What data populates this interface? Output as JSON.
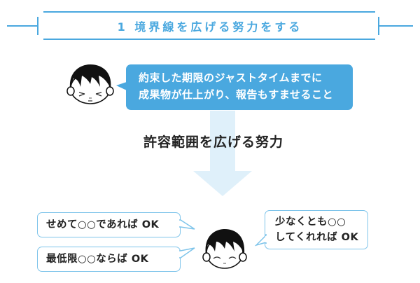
{
  "header": {
    "title": "1 境界線を広げる努力をする",
    "color": "#4aa8df"
  },
  "top_section": {
    "speaker": "face-frowning",
    "bubble_line1": "約束した期限のジャストタイムまでに",
    "bubble_line2": "成果物が仕上がり、報告もすませること",
    "bubble_color": "#4aa8df"
  },
  "middle": {
    "label": "許容範囲を広げる努力",
    "arrow_color": "#dff0fa"
  },
  "bottom_section": {
    "speaker": "face-smiling",
    "bubbles": [
      {
        "text": "せめて○○であれば OK"
      },
      {
        "text": "最低限○○ならば OK"
      },
      {
        "line1": "少なくとも○○",
        "line2": "してくれれば OK"
      }
    ],
    "border_color": "#7ec4ea"
  }
}
